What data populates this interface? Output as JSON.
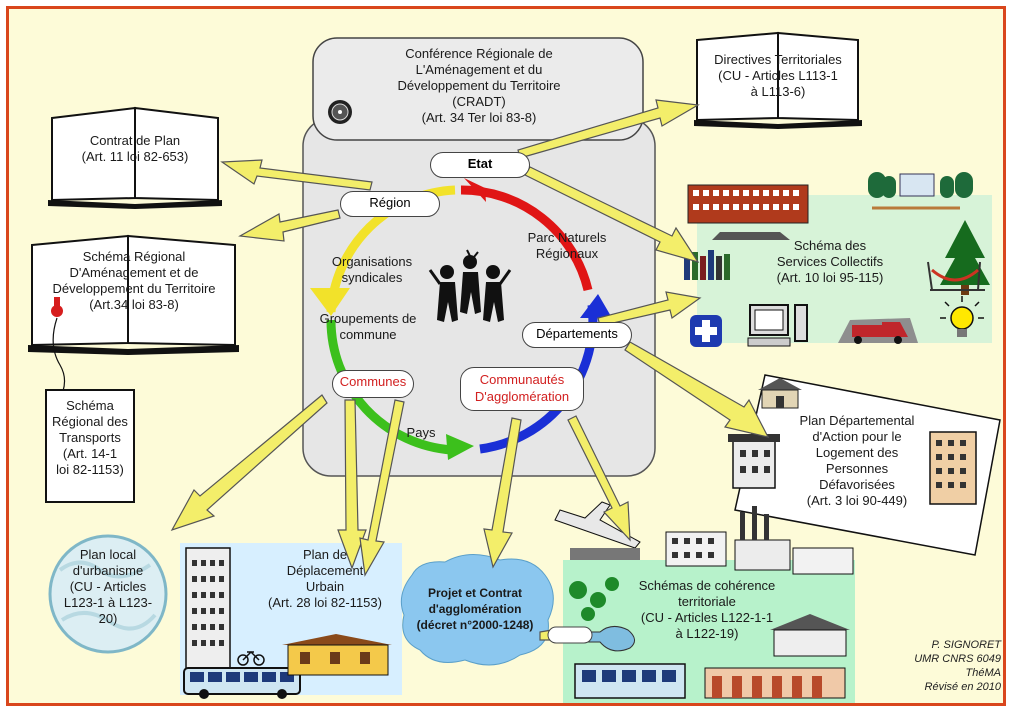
{
  "center": {
    "title_lines": [
      "Conférence Régionale de",
      "L'Aménagement et du",
      "Développement  du Territoire",
      "(CRADT)",
      "(Art. 34 Ter loi 83-8)"
    ]
  },
  "nodes": {
    "etat": "Etat",
    "region": "Région",
    "departements": "Départements",
    "communes": "Communes",
    "communautes_lines": [
      "Communautés",
      "D'agglomération"
    ]
  },
  "labels": {
    "organisations_lines": [
      "Organisations",
      "syndicales"
    ],
    "groupements_lines": [
      "Groupements de",
      "commune"
    ],
    "parc_lines": [
      "Parc Naturels",
      "Régionaux"
    ],
    "pays": "Pays"
  },
  "docs": {
    "contrat_plan_lines": [
      "Contrat de Plan",
      "(Art. 11 loi 82-653)"
    ],
    "directives_lines": [
      "Directives  Territoriales",
      "(CU - Articles L113-1",
      "à L113-6)"
    ],
    "srADT_lines": [
      "Schéma Régional",
      "D'Aménagement et de",
      "Développement du Territoire",
      "(Art.34 loi 83-8)"
    ],
    "transports_lines": [
      "Schéma",
      "Régional des",
      "Transports",
      "(Art. 14-1",
      "loi 82-1153)"
    ],
    "services_lines": [
      "Schéma des",
      "Services Collectifs",
      "(Art. 10 loi 95-115)"
    ],
    "pdalpd_lines": [
      "Plan  Départemental",
      "d'Action pour le",
      "Logement des",
      "Personnes",
      "Défavorisées",
      "(Art. 3 loi 90-449)"
    ],
    "plu_lines": [
      "Plan local",
      "d'urbanisme",
      "(CU - Articles",
      "L123-1 à L123-",
      "20)"
    ],
    "pdu_lines": [
      "Plan de",
      "Déplacement",
      "Urbain",
      "(Art. 28 loi 82-1153)"
    ],
    "projet_lines": [
      "Projet et Contrat",
      "d'agglomération",
      "(décret n°2000-1248)"
    ],
    "scot_lines": [
      "Schémas de cohérence",
      "territoriale",
      "(CU - Articles L122-1-1",
      "à L122-19)"
    ]
  },
  "credits": [
    "P. SIGNORET",
    "UMR CNRS 6049",
    "ThéMA",
    "Révisé en 2010"
  ],
  "colors": {
    "frame": "#d9461c",
    "background": "#fdfbd8",
    "arrow_fill": "#f3ee6a",
    "cycle_red": "#e01515",
    "cycle_yellow": "#f2e22a",
    "cycle_green": "#3cc01c",
    "cycle_blue": "#1a2fd6"
  }
}
